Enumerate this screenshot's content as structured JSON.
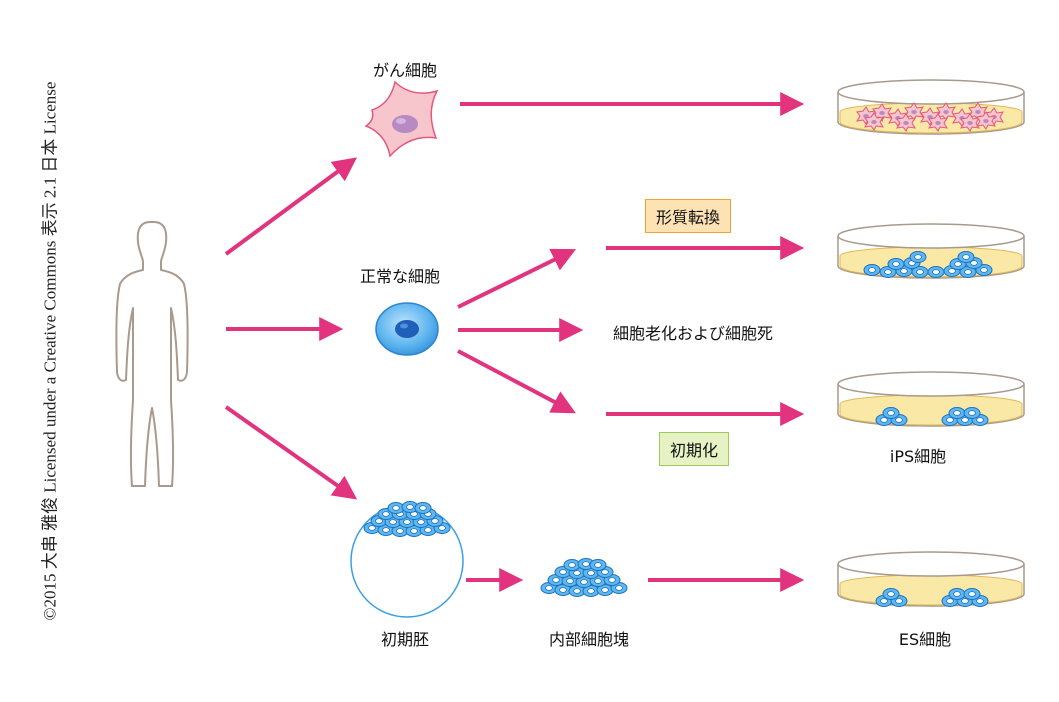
{
  "copyright": "©2015 大串 雅俊 Licensed under a Creative Commons 表示 2.1 日本 License",
  "labels": {
    "cancer_cell": "がん細胞",
    "normal_cell": "正常な細胞",
    "transformation": "形質転換",
    "senescence": "細胞老化および細胞死",
    "reprogramming": "初期化",
    "ips_cell": "iPS細胞",
    "early_embryo": "初期胚",
    "inner_cell_mass": "内部細胞塊",
    "es_cell": "ES細胞"
  },
  "colors": {
    "arrow": "#e2337f",
    "human_outline": "#a89a8c",
    "cancer_fill": "#f6c6cc",
    "cancer_stroke": "#e5577c",
    "nucleus_purple": "#b78ac4",
    "normal_cell_fill": "#3a9ee4",
    "normal_nucleus": "#1f5fb8",
    "medium": "#f9e8a6",
    "dish_stroke": "#a89a8c",
    "embryo_stroke": "#3a9ee4"
  }
}
